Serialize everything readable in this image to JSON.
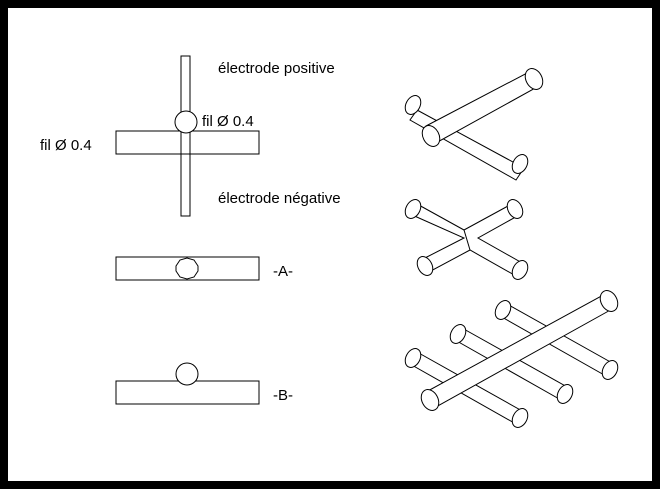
{
  "labels": {
    "positive_electrode": "électrode positive",
    "wire_vertical": "fil Ø 0.4",
    "wire_horizontal": "fil Ø 0.4",
    "negative_electrode": "électrode négative",
    "case_a": "-A-",
    "case_b": "-B-"
  },
  "colors": {
    "background": "#ffffff",
    "border": "#000000",
    "stroke": "#000000"
  }
}
